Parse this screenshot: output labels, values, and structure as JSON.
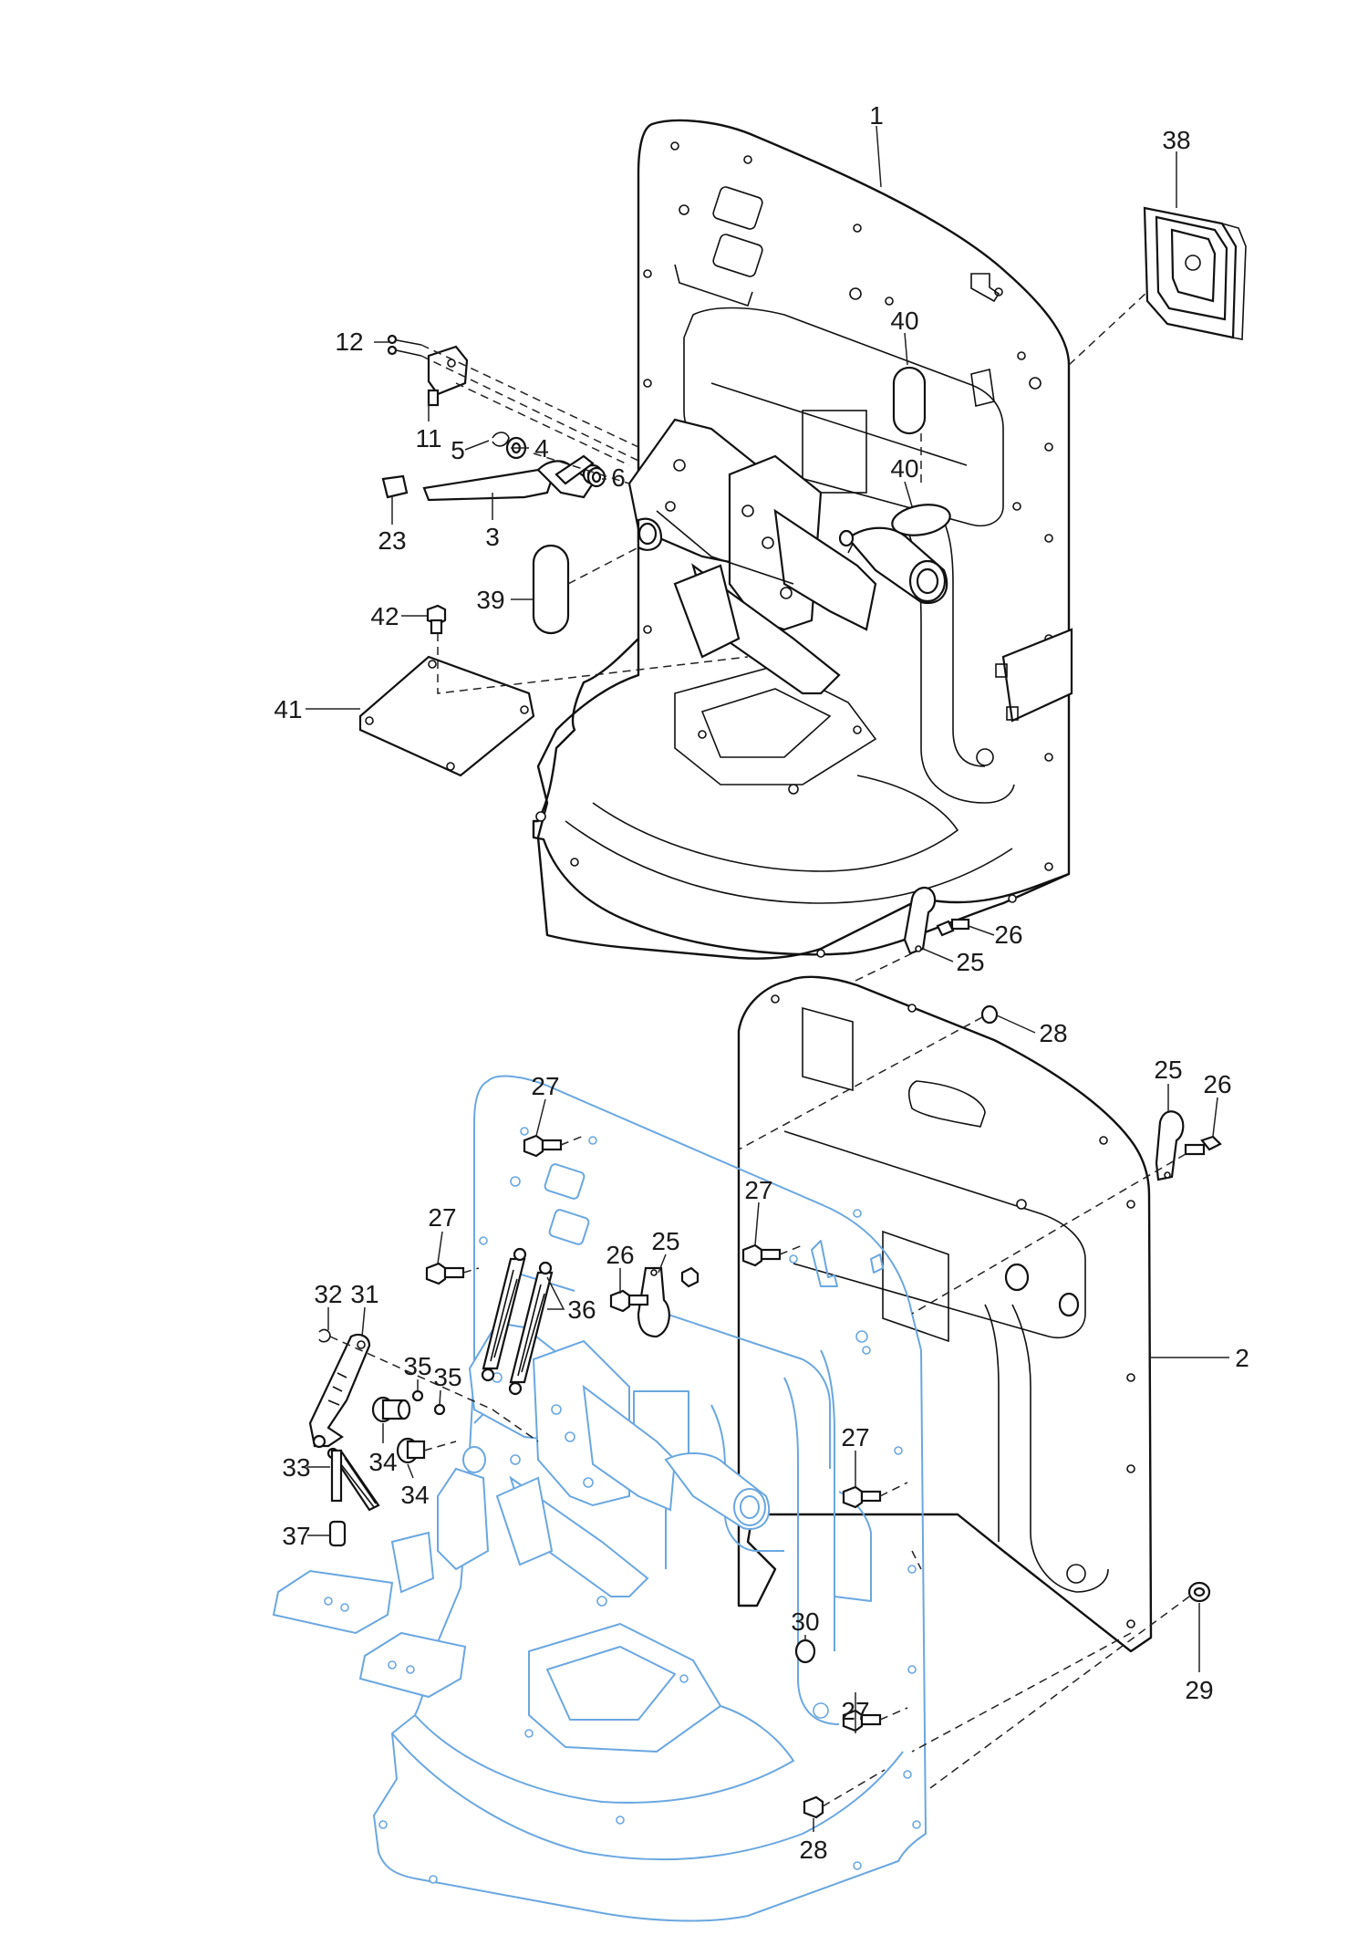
{
  "callouts": [
    {
      "id": "c1",
      "label": "1"
    },
    {
      "id": "c38",
      "label": "38"
    },
    {
      "id": "c12",
      "label": "12"
    },
    {
      "id": "c40a",
      "label": "40"
    },
    {
      "id": "c11",
      "label": "11"
    },
    {
      "id": "c5",
      "label": "5"
    },
    {
      "id": "c4",
      "label": "4"
    },
    {
      "id": "c6",
      "label": "6"
    },
    {
      "id": "c40b",
      "label": "40"
    },
    {
      "id": "c23",
      "label": "23"
    },
    {
      "id": "c3",
      "label": "3"
    },
    {
      "id": "c39",
      "label": "39"
    },
    {
      "id": "c42",
      "label": "42"
    },
    {
      "id": "c41",
      "label": "41"
    },
    {
      "id": "c26a",
      "label": "26"
    },
    {
      "id": "c25a",
      "label": "25"
    },
    {
      "id": "c28a",
      "label": "28"
    },
    {
      "id": "c25b",
      "label": "25"
    },
    {
      "id": "c26b",
      "label": "26"
    },
    {
      "id": "c27a",
      "label": "27"
    },
    {
      "id": "c27b",
      "label": "27"
    },
    {
      "id": "c27c",
      "label": "27"
    },
    {
      "id": "c26c",
      "label": "26"
    },
    {
      "id": "c25c",
      "label": "25"
    },
    {
      "id": "c32",
      "label": "32"
    },
    {
      "id": "c31",
      "label": "31"
    },
    {
      "id": "c36",
      "label": "36"
    },
    {
      "id": "c2",
      "label": "2"
    },
    {
      "id": "c35a",
      "label": "35"
    },
    {
      "id": "c35b",
      "label": "35"
    },
    {
      "id": "c33",
      "label": "33"
    },
    {
      "id": "c34a",
      "label": "34"
    },
    {
      "id": "c34b",
      "label": "34"
    },
    {
      "id": "c27d",
      "label": "27"
    },
    {
      "id": "c37",
      "label": "37"
    },
    {
      "id": "c30",
      "label": "30"
    },
    {
      "id": "c29",
      "label": "29"
    },
    {
      "id": "c27e",
      "label": "27"
    },
    {
      "id": "c28b",
      "label": "28"
    }
  ],
  "colors": {
    "line": "#111111",
    "highlight": "#6aa7e0",
    "background": "#ffffff"
  }
}
